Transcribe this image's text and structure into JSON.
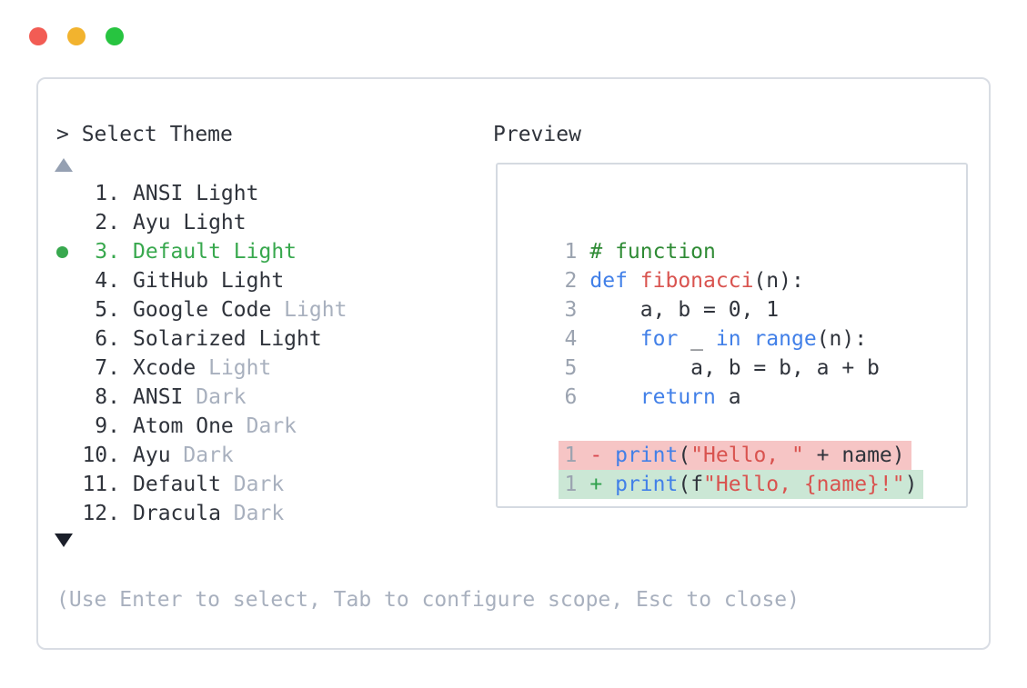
{
  "colors": {
    "dot_red": "#f25c54",
    "dot_yellow": "#f2b32e",
    "dot_green": "#27c440",
    "panel_border": "#d9dde4",
    "preview_border": "#d5dae1",
    "dark": "#2f333b",
    "muted": "#a8b0be",
    "ln_gray": "#9ba3b0",
    "accent_green": "#38a84e",
    "comment_green": "#2f8b35",
    "kw_blue": "#4280e8",
    "str_red": "#d9534f",
    "minus_red": "#d9484f",
    "plus_green": "#2fa04c",
    "removed_bg": "#f6c5c5",
    "added_bg": "#cbe7d5",
    "tri_up": "#95a0b2",
    "tri_down": "#1b1f2a"
  },
  "window_controls": {
    "close": "red-dot",
    "minimize": "yellow-dot",
    "zoom": "green-dot"
  },
  "picker": {
    "prompt": "> Select Theme",
    "scroll_up_icon": "triangle-up",
    "scroll_down_icon": "triangle-down",
    "items": [
      {
        "num": "1.",
        "label": "ANSI Light",
        "label_muted": "",
        "selected": false
      },
      {
        "num": "2.",
        "label": "Ayu Light",
        "label_muted": "",
        "selected": false
      },
      {
        "num": "3.",
        "label": "Default Light",
        "label_muted": "",
        "selected": true
      },
      {
        "num": "4.",
        "label": "GitHub Light",
        "label_muted": "",
        "selected": false
      },
      {
        "num": "5.",
        "label": "Google Code",
        "label_muted": " Light",
        "selected": false
      },
      {
        "num": "6.",
        "label": "Solarized Light",
        "label_muted": "",
        "selected": false
      },
      {
        "num": "7.",
        "label": "Xcode",
        "label_muted": " Light",
        "selected": false
      },
      {
        "num": "8.",
        "label": "ANSI",
        "label_muted": " Dark",
        "selected": false
      },
      {
        "num": "9.",
        "label": "Atom One",
        "label_muted": " Dark",
        "selected": false
      },
      {
        "num": "10.",
        "label": "Ayu",
        "label_muted": " Dark",
        "selected": false
      },
      {
        "num": "11.",
        "label": "Default",
        "label_muted": " Dark",
        "selected": false
      },
      {
        "num": "12.",
        "label": "Dracula",
        "label_muted": " Dark",
        "selected": false
      }
    ],
    "hint": "(Use Enter to select, Tab to configure scope, Esc to close)"
  },
  "preview": {
    "title": "Preview",
    "code_lines": [
      {
        "num": "1",
        "diff": "",
        "tokens": [
          [
            "# function",
            "comment"
          ]
        ]
      },
      {
        "num": "2",
        "diff": "",
        "tokens": [
          [
            "def",
            "kw"
          ],
          [
            " ",
            "plain"
          ],
          [
            "fibonacci",
            "fn"
          ],
          [
            "(n):",
            "plain"
          ]
        ]
      },
      {
        "num": "3",
        "diff": "",
        "tokens": [
          [
            "    a, b = 0, 1",
            "plain"
          ]
        ]
      },
      {
        "num": "4",
        "diff": "",
        "tokens": [
          [
            "    ",
            "plain"
          ],
          [
            "for",
            "kw"
          ],
          [
            " _ ",
            "plain"
          ],
          [
            "in",
            "kw"
          ],
          [
            " ",
            "plain"
          ],
          [
            "range",
            "kw"
          ],
          [
            "(n):",
            "plain"
          ]
        ]
      },
      {
        "num": "5",
        "diff": "",
        "tokens": [
          [
            "        a, b = b, a + b",
            "plain"
          ]
        ]
      },
      {
        "num": "6",
        "diff": "",
        "tokens": [
          [
            "    ",
            "plain"
          ],
          [
            "return",
            "kw"
          ],
          [
            " a",
            "plain"
          ]
        ]
      },
      {
        "num": "",
        "diff": "",
        "tokens": []
      },
      {
        "num": "1",
        "diff": "removed",
        "tokens": [
          [
            "- ",
            "minus"
          ],
          [
            "print",
            "kw"
          ],
          [
            "(",
            "plain"
          ],
          [
            "\"Hello, \"",
            "str"
          ],
          [
            " + name)",
            "plain"
          ]
        ]
      },
      {
        "num": "1",
        "diff": "added",
        "tokens": [
          [
            "+ ",
            "plus"
          ],
          [
            "print",
            "kw"
          ],
          [
            "(f",
            "plain"
          ],
          [
            "\"Hello, {name}!\"",
            "str"
          ],
          [
            ")",
            "plain"
          ]
        ]
      }
    ]
  }
}
